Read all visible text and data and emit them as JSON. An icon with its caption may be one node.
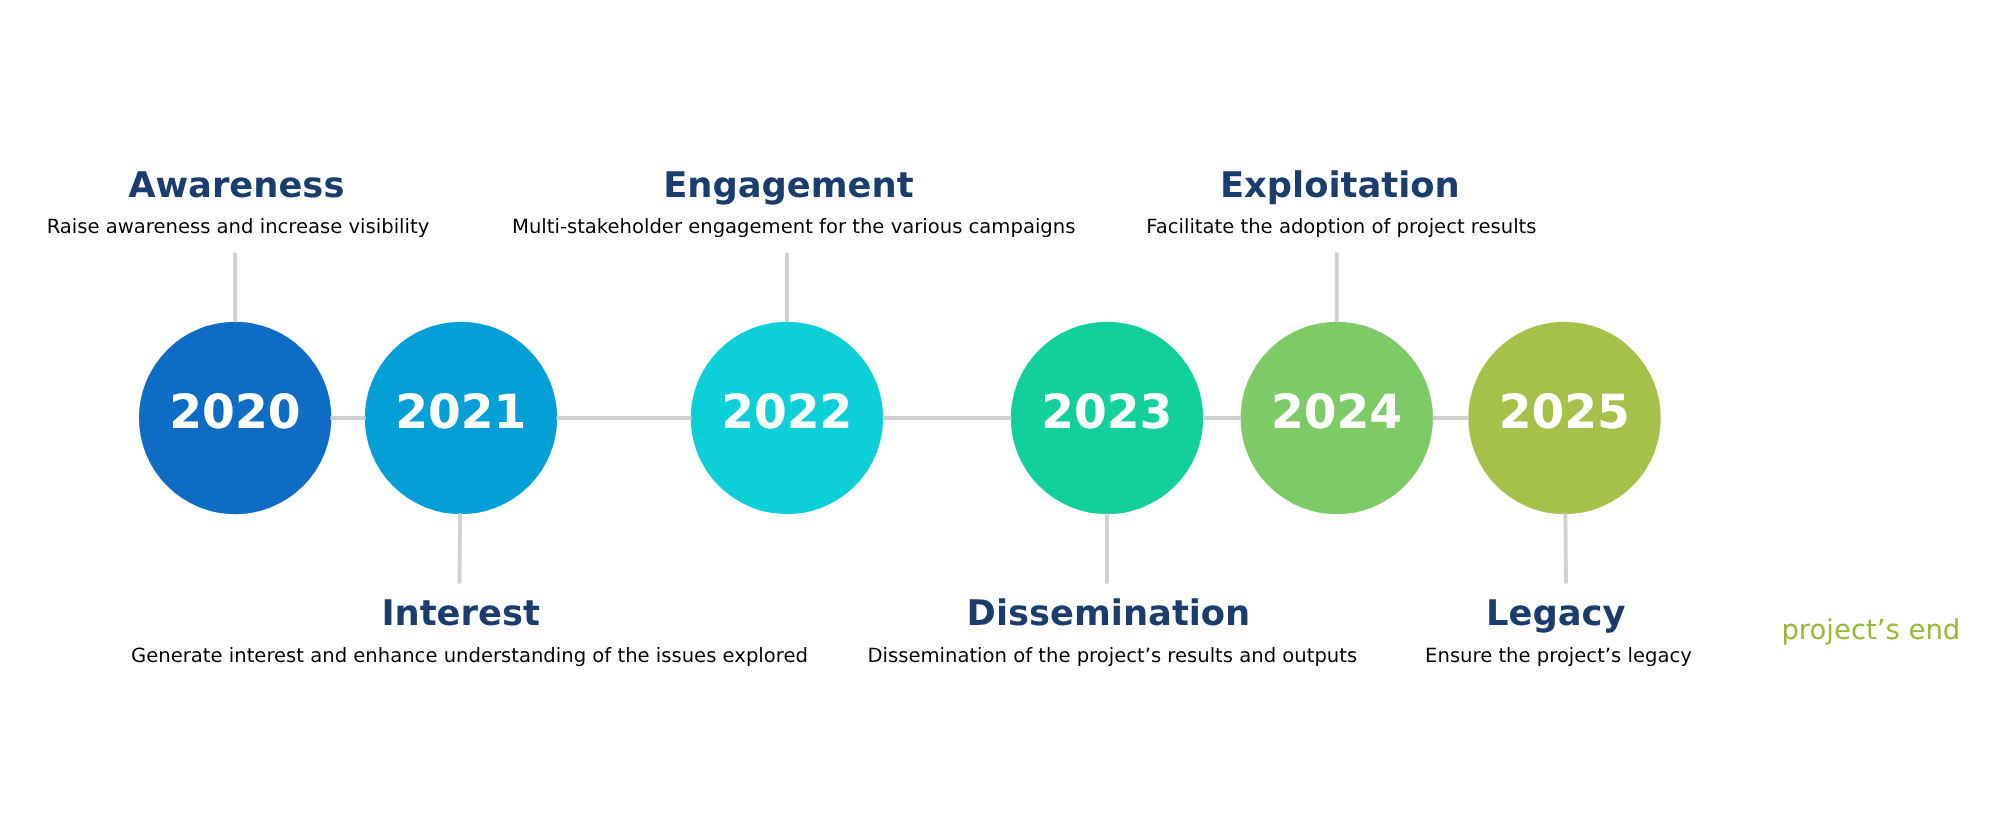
{
  "diagram": {
    "nodes": [
      {
        "text": [
          "2020"
        ]
      },
      {
        "text": [
          "2021"
        ]
      },
      {
        "text": [
          "2022"
        ]
      },
      {
        "text": [
          "2023"
        ]
      },
      {
        "text": [
          "2024"
        ]
      },
      {
        "text": [
          "2025"
        ]
      },
      {
        "text": [
          "Awareness",
          "Raise awareness and increase visibility"
        ]
      },
      {
        "text": [
          "Interest",
          "Generate interest and enhance understanding of the issues explored"
        ]
      },
      {
        "text": [
          "Engagement",
          "Multi-stakeholder engagement for the various campaigns"
        ]
      },
      {
        "text": [
          "Dissemination",
          "Dissemination of the project’s results and outputs"
        ]
      },
      {
        "text": [
          "Exploitation",
          "Facilitate the adoption of project results"
        ]
      },
      {
        "text": [
          "Legacy",
          "Ensure the project’s legacy"
        ]
      }
    ],
    "edges": [
      {
        "from": 0,
        "to": 1,
        "arrow": "none"
      },
      {
        "from": 1,
        "to": 2,
        "arrow": "none"
      },
      {
        "from": 2,
        "to": 3,
        "arrow": "none"
      },
      {
        "from": 3,
        "to": 4,
        "arrow": "none"
      },
      {
        "from": 4,
        "to": 5,
        "arrow": "none"
      },
      {
        "from": 6,
        "to": 0,
        "arrow": "none"
      },
      {
        "from": 7,
        "to": 1,
        "arrow": "none"
      },
      {
        "from": 8,
        "to": 2,
        "arrow": "none"
      },
      {
        "from": 9,
        "to": 3,
        "arrow": "none"
      },
      {
        "from": 10,
        "to": 4,
        "arrow": "none"
      },
      {
        "from": 11,
        "to": 5,
        "arrow": "none"
      }
    ],
    "labels": [
      "project’s end"
    ]
  }
}
